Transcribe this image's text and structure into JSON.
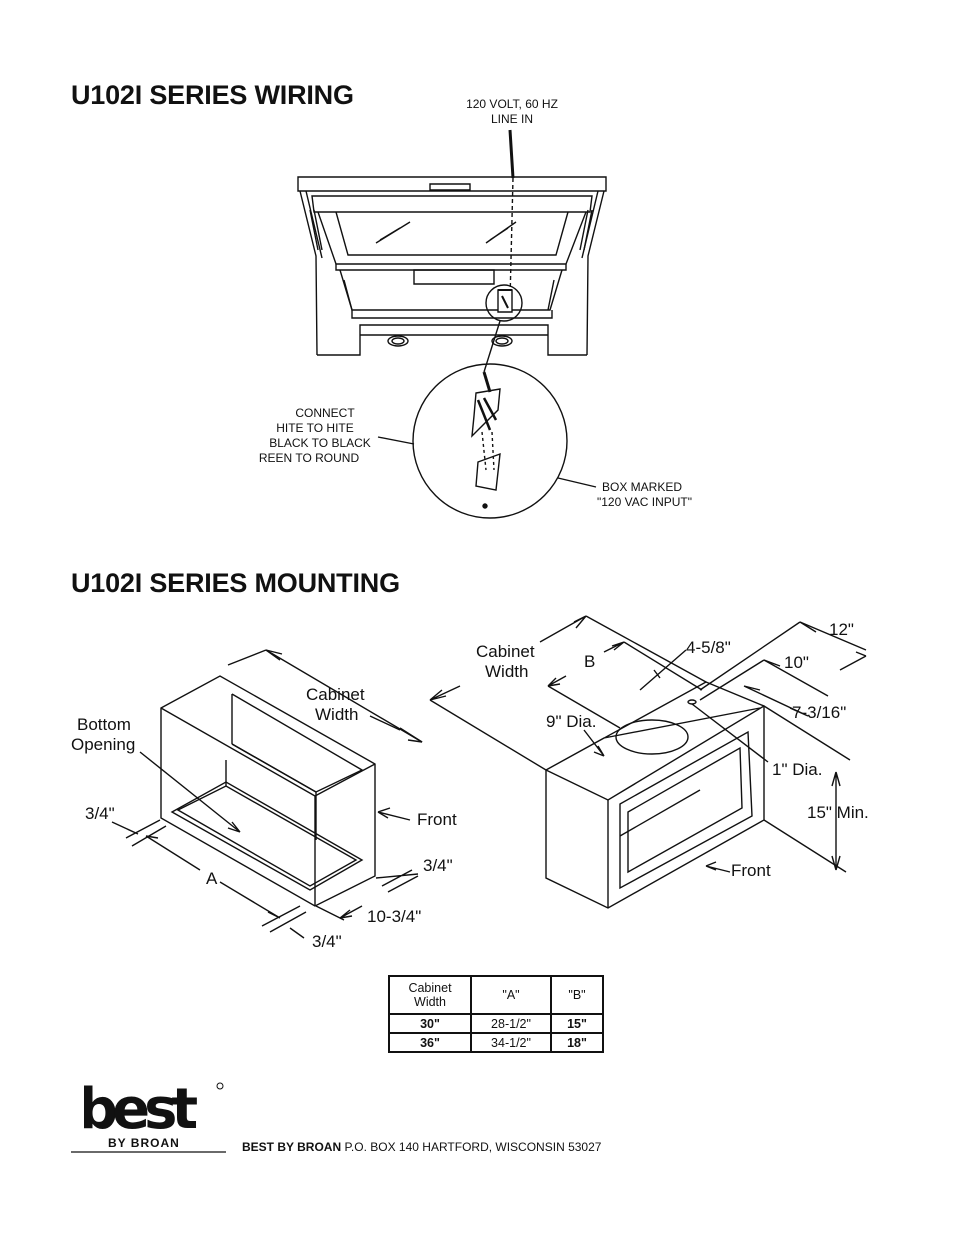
{
  "wiring": {
    "title": "U102I SERIES WIRING",
    "line_in_1": "120 VOLT, 60 HZ",
    "line_in_2": "LINE IN",
    "connect_lines": [
      "CONNECT",
      "HITE TO HITE",
      "BLACK TO BLACK",
      "REEN TO ROUND"
    ],
    "box_marked_1": "BOX MARKED",
    "box_marked_2": "\"120 VAC INPUT\""
  },
  "mounting": {
    "title": "U102I SERIES MOUNTING",
    "left": {
      "bottom_opening_1": "Bottom",
      "bottom_opening_2": "Opening",
      "cabinet_width_1": "Cabinet",
      "cabinet_width_2": "Width",
      "three_quarter_left": "3/4\"",
      "front": "Front",
      "a": "A",
      "three_quarter_right": "3/4\"",
      "ten_three_quarter": "10-3/4\"",
      "three_quarter_bottom": "3/4\""
    },
    "right": {
      "cabinet_width_1": "Cabinet",
      "cabinet_width_2": "Width",
      "b": "B",
      "four_five_eighths": "4-5/8\"",
      "twelve": "12\"",
      "ten": "10\"",
      "seven_three_sixteenths": "7-3/16\"",
      "nine_dia": "9\" Dia.",
      "one_dia": "1\" Dia.",
      "fifteen_min": "15\" Min.",
      "front": "Front"
    }
  },
  "table": {
    "headers": [
      "Cabinet\nWidth",
      "\"A\"",
      "\"B\""
    ],
    "rows": [
      [
        "30\"",
        "28-1/2\"",
        "15\""
      ],
      [
        "36\"",
        "34-1/2\"",
        "18\""
      ]
    ]
  },
  "footer": {
    "logo_word": "best",
    "logo_sub": "BY BROAN",
    "brand": "BEST BY BROAN",
    "address": " P.O. BOX 140 HARTFORD, WISCONSIN 53027"
  }
}
